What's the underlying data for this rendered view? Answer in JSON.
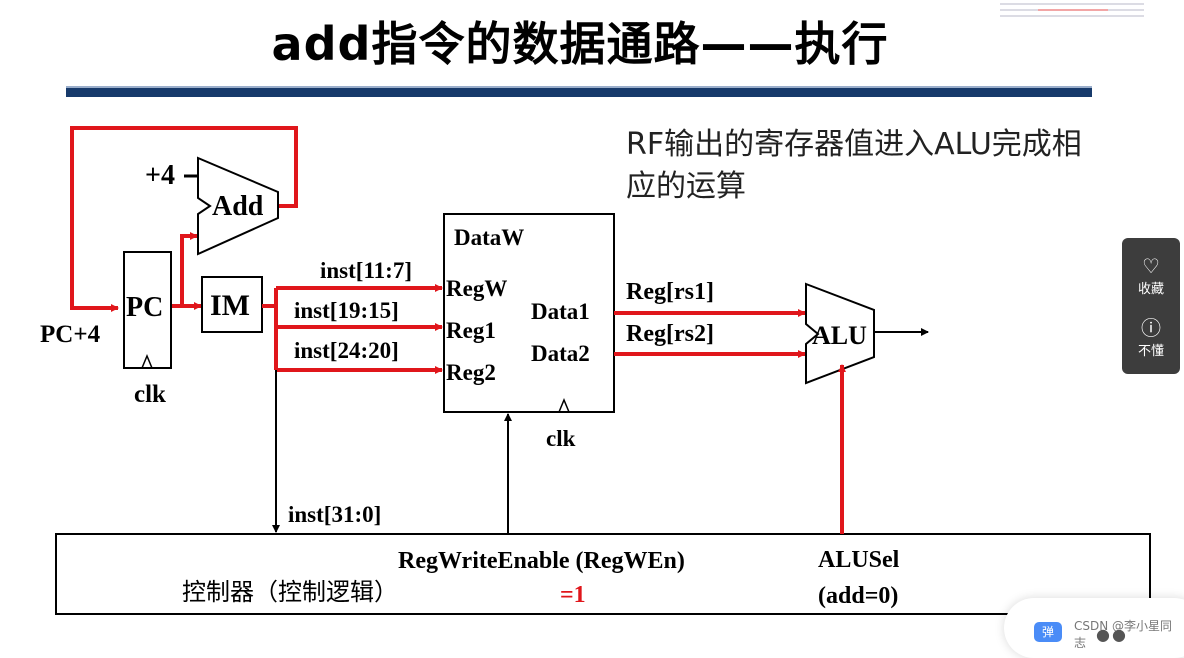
{
  "title": "add指令的数据通路——执行",
  "caption": "RF输出的寄存器值进入ALU完成相应的运算",
  "diagram": {
    "plus4": "+4",
    "add": "Add",
    "pc": "PC",
    "pc_plus4": "PC+4",
    "clk_pc": "clk",
    "im": "IM",
    "inst_11_7": "inst[11:7]",
    "inst_19_15": "inst[19:15]",
    "inst_24_20": "inst[24:20]",
    "inst_31_0": "inst[31:0]",
    "rf": {
      "dataw": "DataW",
      "regw": "RegW",
      "reg1": "Reg1",
      "reg2": "Reg2",
      "data1": "Data1",
      "data2": "Data2",
      "clk": "clk"
    },
    "reg_rs1": "Reg[rs1]",
    "reg_rs2": "Reg[rs2]",
    "alu": "ALU",
    "control": {
      "name": "控制器（控制逻辑）",
      "regwen": "RegWriteEnable (RegWEn)",
      "regwen_val": "=1",
      "alusel": "ALUSel",
      "alusel_val": "(add=0)"
    }
  },
  "colors": {
    "active": "#e0161b",
    "wire": "#000000",
    "rule": "#173a6b"
  },
  "sidebar": {
    "favorite_label": "收藏",
    "help_label": "不懂",
    "favorite_icon": "heart-icon",
    "help_icon": "question-icon"
  },
  "footer": {
    "csdn": "CSDN @李小星同志",
    "dan": "弹"
  }
}
